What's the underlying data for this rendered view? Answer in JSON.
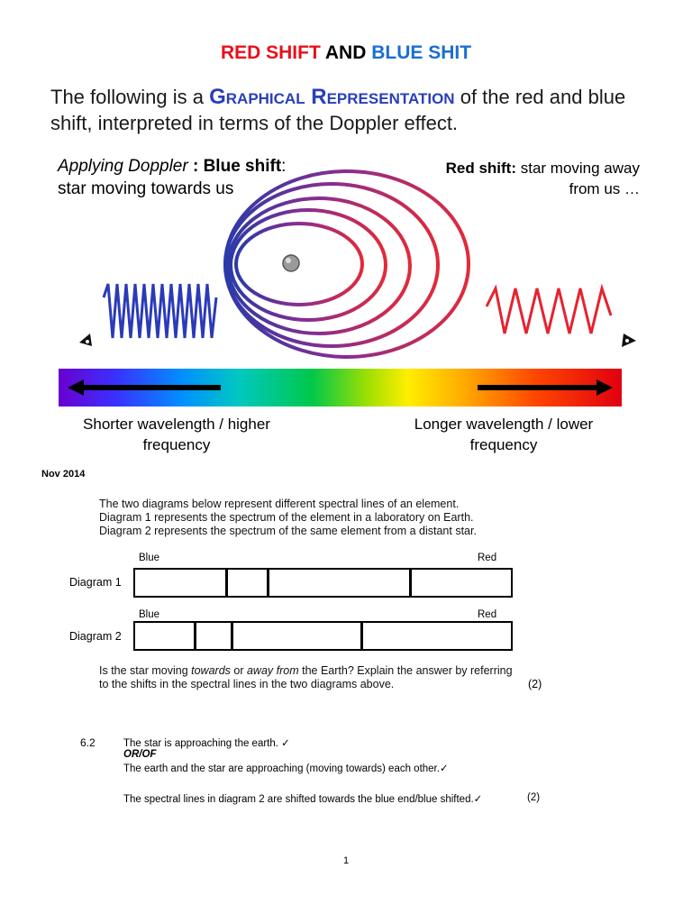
{
  "title": {
    "part1": "RED SHIFT",
    "part2": "AND",
    "part3": "BLUE SHIT"
  },
  "intro": {
    "text_before": "The following is a ",
    "graphical": "Graphical Representation",
    "text_after": " of the red and blue shift, interpreted in terms of the Doppler effect."
  },
  "figure": {
    "blue_caption_part1": "Applying Doppler",
    "blue_caption_part2": " : Blue shift",
    "blue_caption_part3": ":  star moving towards us",
    "red_caption_bold": "Red shift:",
    "red_caption_rest": " star moving away from us …",
    "short_label": "Shorter wavelength / higher frequency",
    "long_label": "Longer wavelength / lower frequency"
  },
  "exam": {
    "date": "Nov 2014",
    "question_lines": [
      "The two diagrams below represent different spectral lines of an element.",
      "Diagram 1 represents the spectrum of the element in a laboratory on Earth.",
      "Diagram 2 represents the spectrum of the same element from a distant star."
    ],
    "diagram1": {
      "label": "Diagram 1",
      "blue": "Blue",
      "red": "Red",
      "lines": [
        0.24,
        0.35,
        0.73
      ]
    },
    "diagram2": {
      "label": "Diagram 2",
      "blue": "Blue",
      "red": "Red",
      "lines": [
        0.155,
        0.255,
        0.6
      ]
    },
    "ask_part1": "Is the star moving ",
    "ask_towards": "towards",
    "ask_or": " or ",
    "ask_away": "away from",
    "ask_part2": " the Earth? Explain the answer by referring to the shifts in the spectral lines in the two diagrams above.",
    "ask_marks": "(2)"
  },
  "answer": {
    "number": "6.2",
    "line1": "The star is approaching the earth. ✓",
    "or": "OR/OF",
    "line2": "The earth and the star are approaching (moving towards) each other.✓",
    "line3": "The spectral lines in diagram 2 are shifted towards the blue end/blue shifted.✓",
    "marks": "(2)"
  },
  "page_number": "1",
  "colors": {
    "red": "#e8101a",
    "blue": "#1a6fd0",
    "wave_blue": "#2a3ab8",
    "wave_red": "#e52330"
  }
}
